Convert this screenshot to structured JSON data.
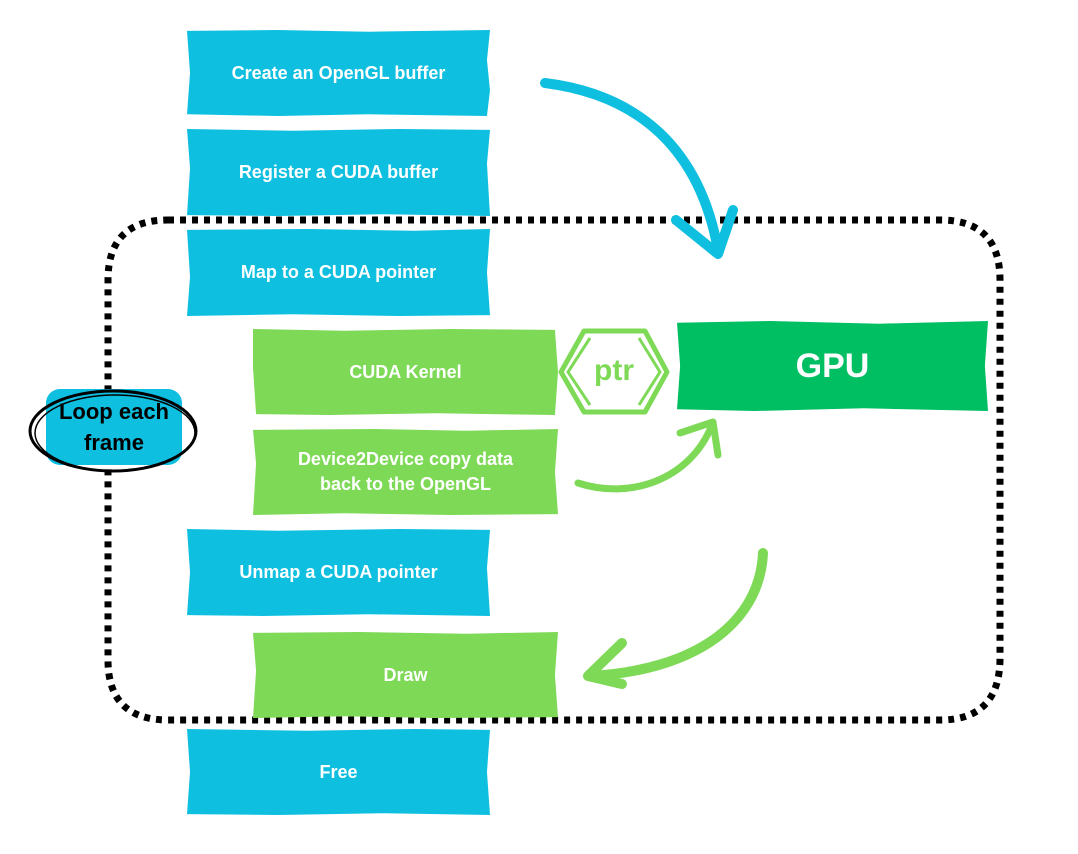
{
  "steps": {
    "create_buffer": "Create an OpenGL buffer",
    "register_buffer": "Register a CUDA buffer",
    "map_pointer": "Map to a CUDA pointer",
    "cuda_kernel": "CUDA Kernel",
    "device_copy": "Device2Device copy data back to the OpenGL",
    "unmap_pointer": "Unmap a CUDA pointer",
    "draw": "Draw",
    "free": "Free"
  },
  "gpu_label": "GPU",
  "ptr_label": "ptr",
  "loop_label": "Loop each frame",
  "colors": {
    "blue": "#0fbfe0",
    "light_green": "#7ed957",
    "gpu_green": "#00bf63",
    "loop_tag": "#0fbfe0",
    "outline": "#000000"
  }
}
